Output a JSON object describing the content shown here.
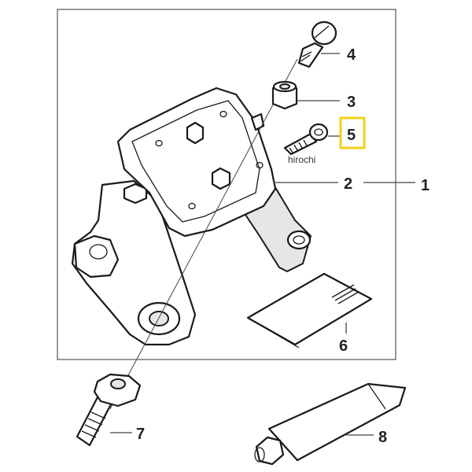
{
  "diagram": {
    "callouts": {
      "p1": "1",
      "p2": "2",
      "p3": "3",
      "p4": "4",
      "p5": "5",
      "p6": "6",
      "p7": "7",
      "p8": "8"
    },
    "watermark": "hirochi",
    "highlight_color": "#f2d21b"
  }
}
